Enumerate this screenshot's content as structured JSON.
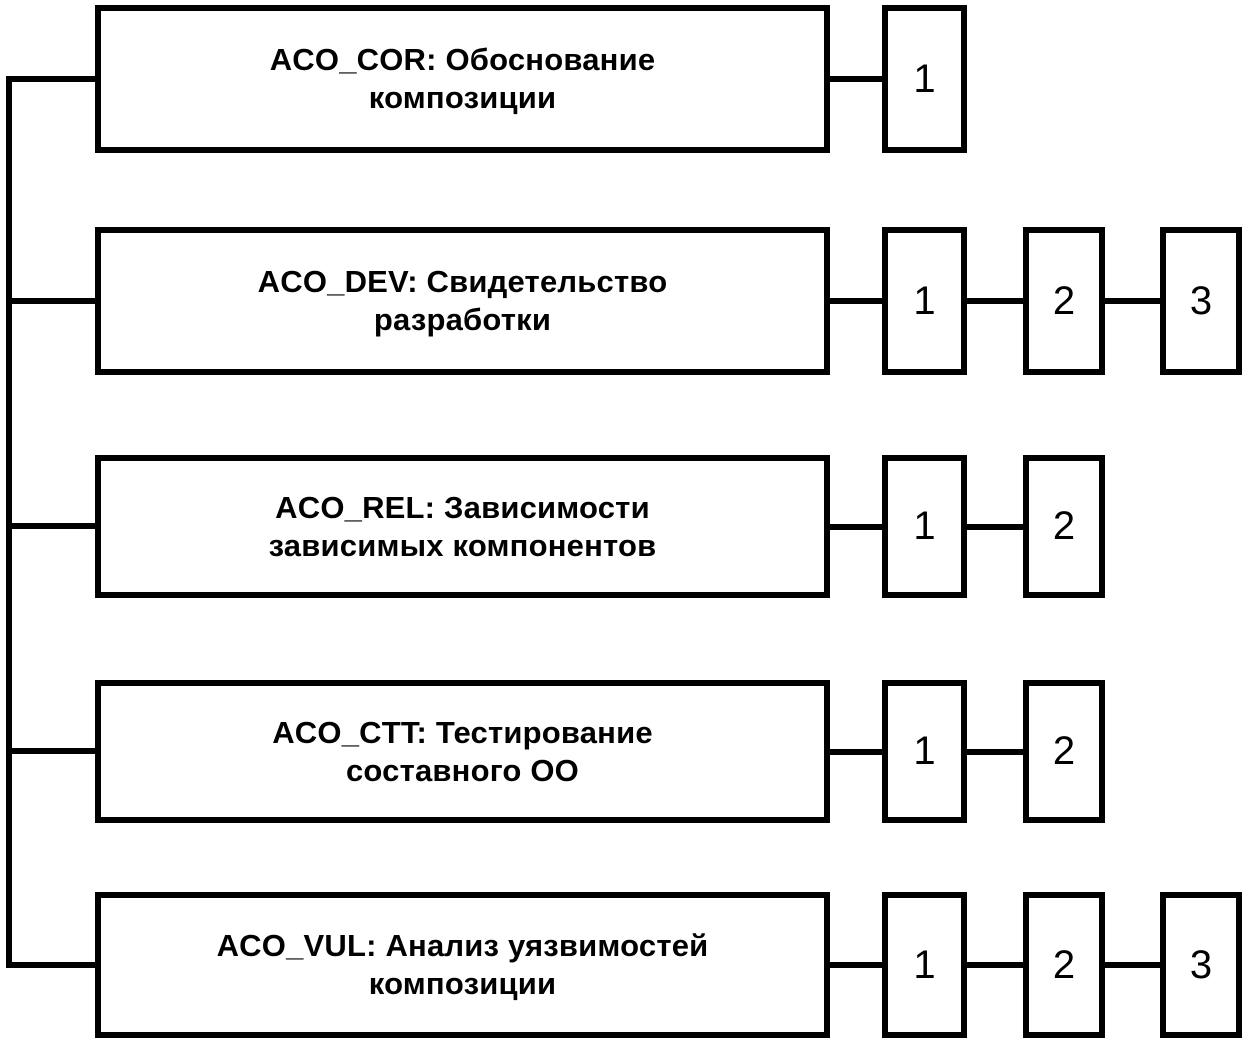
{
  "diagram": {
    "title_hint": "ACO assurance class family decomposition",
    "background_color": "#ffffff",
    "line_color": "#000000",
    "text_color": "#000000",
    "rows": [
      {
        "code": "ACO_COR",
        "label_line1": "ACO_COR: Обоснование",
        "label_line2": "композиции",
        "components": [
          "1"
        ]
      },
      {
        "code": "ACO_DEV",
        "label_line1": "ACO_DEV: Свидетельство",
        "label_line2": "разработки",
        "components": [
          "1",
          "2",
          "3"
        ]
      },
      {
        "code": "ACO_REL",
        "label_line1": "ACO_REL: Зависимости",
        "label_line2": "зависимых компонентов",
        "components": [
          "1",
          "2"
        ]
      },
      {
        "code": "ACO_CTT",
        "label_line1": "ACO_CTT: Тестирование",
        "label_line2": "составного ОО",
        "components": [
          "1",
          "2"
        ]
      },
      {
        "code": "ACO_VUL",
        "label_line1": "ACO_VUL: Анализ уязвимостей",
        "label_line2": "композиции",
        "components": [
          "1",
          "2",
          "3"
        ]
      }
    ]
  }
}
